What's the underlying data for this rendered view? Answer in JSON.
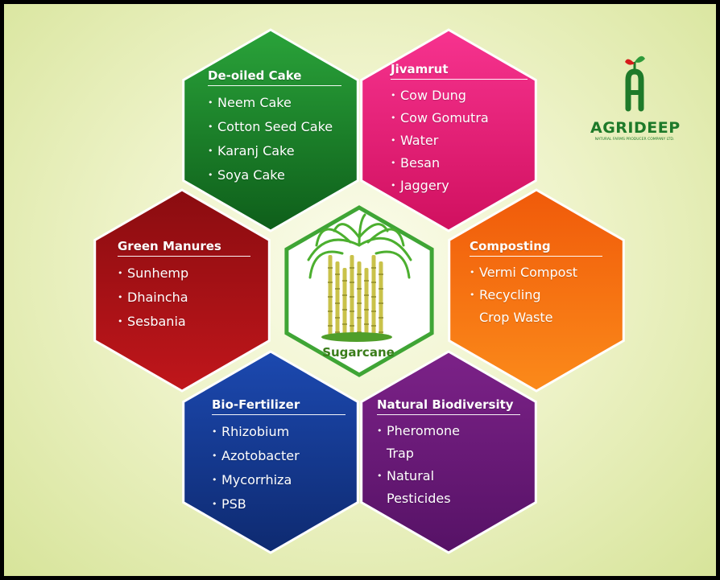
{
  "center": {
    "label": "Sugarcane"
  },
  "hexagons": [
    {
      "id": "green",
      "title": "De-oiled Cake",
      "color": "#1f8a2e",
      "items": [
        "Neem Cake",
        "Cotton Seed Cake",
        "Karanj Cake",
        "Soya Cake"
      ]
    },
    {
      "id": "pink",
      "title": "Jivamrut",
      "color": "#e8197a",
      "items": [
        "Cow Dung",
        "Cow Gomutra",
        "Water",
        "Besan",
        "Jaggery"
      ]
    },
    {
      "id": "red",
      "title": "Green Manures",
      "color": "#9b0f14",
      "items": [
        "Sunhemp",
        "Dhaincha",
        "Sesbania"
      ]
    },
    {
      "id": "orange",
      "title": "Composting",
      "color": "#f46b0c",
      "items": [
        "Vermi Compost",
        "Recycling\nCrop Waste"
      ]
    },
    {
      "id": "blue",
      "title": "Bio-Fertilizer",
      "color": "#14378f",
      "items": [
        "Rhizobium",
        "Azotobacter",
        "Mycorrhiza",
        "PSB"
      ]
    },
    {
      "id": "purple",
      "title": "Natural Biodiversity",
      "color": "#6e1a79",
      "items": [
        "Pheromone\nTrap",
        "Natural\nPesticides"
      ]
    }
  ],
  "logo": {
    "name": "AGRIDEEP",
    "tagline": "NATURAL FARMS PRODUCER COMPANY LTD.",
    "color": "#1e7a2a"
  }
}
